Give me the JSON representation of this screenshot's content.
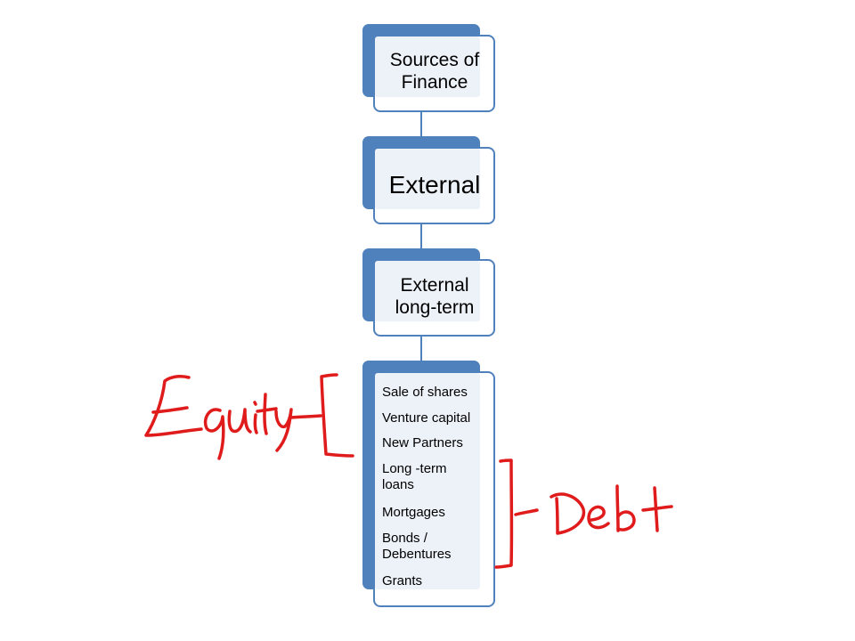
{
  "diagram": {
    "colors": {
      "accent": "#4f81bd",
      "fill": "#edf2f9",
      "annotation": "#e01b1b"
    },
    "nodes": [
      {
        "label": "Sources of Finance"
      },
      {
        "label": "External"
      },
      {
        "label": "External long-term"
      }
    ],
    "list_items": [
      "Sale of shares",
      "Venture capital",
      "New Partners",
      "Long -term loans",
      "Mortgages",
      "Bonds / Debentures",
      "Grants"
    ]
  },
  "annotations": {
    "equity": "Equity",
    "debt": "Debt"
  }
}
